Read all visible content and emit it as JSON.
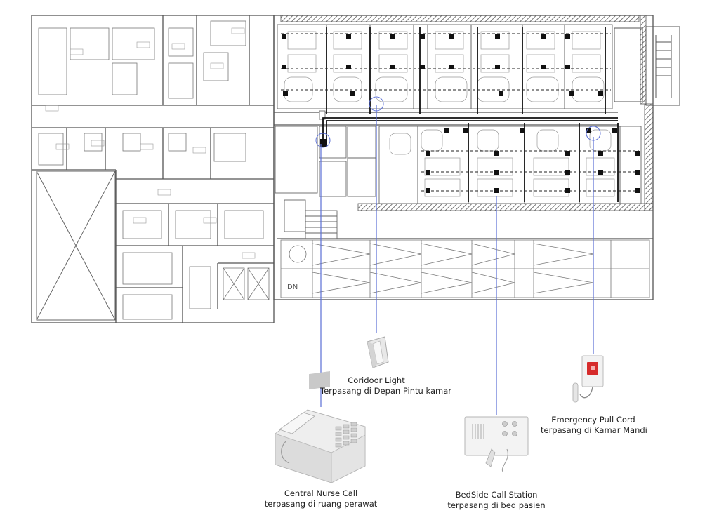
{
  "plan": {
    "dn_label": "DN"
  },
  "devices": [
    {
      "id": "corridor-light",
      "title": "Coridoor Light",
      "subtitle": "Terpasang di Depan Pintu kamar"
    },
    {
      "id": "emergency-pull-cord",
      "title": "Emergency Pull Cord",
      "subtitle": "terpasang di Kamar Mandi"
    },
    {
      "id": "central-nurse-call",
      "title": "Central Nurse Call",
      "subtitle": "terpasang di ruang perawat"
    },
    {
      "id": "bedside-call-station",
      "title": "BedSide Call Station",
      "subtitle": "terpasang di bed pasien"
    }
  ],
  "colors": {
    "leader_line": "#5a6fd6",
    "wall": "#555555",
    "wiring": "#111111",
    "alarm_button": "#d62b2b"
  }
}
